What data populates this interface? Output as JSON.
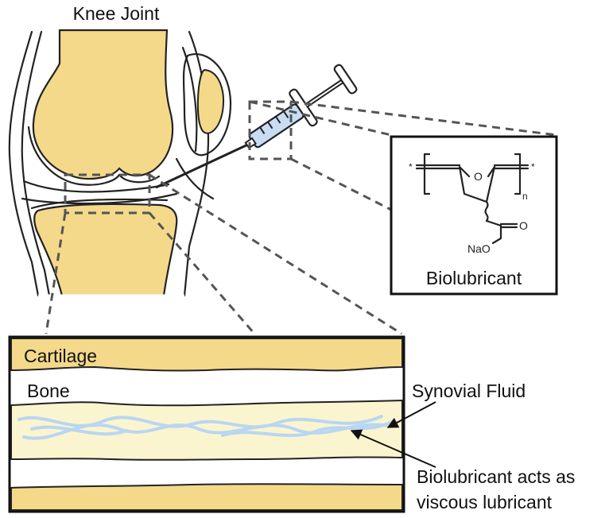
{
  "title": "Knee Joint",
  "inset": {
    "label": "Biolubricant",
    "chem": {
      "star_left": "*",
      "star_right": "*",
      "subscript": "n",
      "carbonyl_o": "O",
      "salt": "NaO",
      "ring_o": "O"
    }
  },
  "cross_section": {
    "cartilage_label": "Cartilage",
    "bone_label": "Bone"
  },
  "annotations": {
    "synovial_fluid": "Synovial Fluid",
    "biolubricant_line1": "Biolubricant acts as",
    "biolubricant_line2": "viscous lubricant"
  },
  "colors": {
    "cartilage_yellow": "#f4d98a",
    "fluid_yellow": "#fbf5cf",
    "polymer_blue": "#b9d6f2",
    "syringe_blue": "#c8dcf3",
    "dash_gray": "#555555"
  }
}
